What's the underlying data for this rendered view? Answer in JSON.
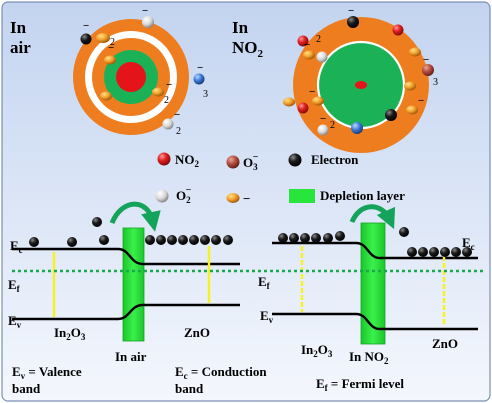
{
  "top": {
    "air": {
      "line1": "In",
      "line2": "air"
    },
    "no2": {
      "line1": "In",
      "line2": "NO",
      "line2_sub": "2"
    }
  },
  "species_labels": {
    "o2": {
      "base": "O",
      "sub": "2",
      "sup": "−"
    },
    "o3": {
      "base": "O",
      "sub": "3",
      "sup": "−"
    },
    "o_minus": "−",
    "electron_minus": "−",
    "charge_2": "2",
    "charge_3": "3"
  },
  "legend": {
    "no2": {
      "base": "NO",
      "sub": "2"
    },
    "o3": {
      "base": "O",
      "sub": "3",
      "sup": "−"
    },
    "electron": "Electron",
    "o2": {
      "base": "O",
      "sub": "2",
      "sup": "−"
    },
    "o_minus": "−",
    "depletion": "Depletion layer"
  },
  "band_left": {
    "ec": {
      "base": "E",
      "sub": "c"
    },
    "ef": {
      "base": "E",
      "sub": "f"
    },
    "ev": {
      "base": "E",
      "sub": "v"
    },
    "in2o3": {
      "a": "In",
      "b": "2",
      "c": "O",
      "d": "3"
    },
    "zno": "ZnO",
    "condition": "In air"
  },
  "band_right": {
    "ec": {
      "base": "E",
      "sub": "c"
    },
    "ef": {
      "base": "E",
      "sub": "f"
    },
    "ev": {
      "base": "E",
      "sub": "v"
    },
    "in2o3": {
      "a": "In",
      "b": "2",
      "c": "O",
      "d": "3"
    },
    "zno": "ZnO",
    "condition": {
      "base": "In NO",
      "sub": "2"
    }
  },
  "definitions": {
    "ev": {
      "base": "E",
      "sub": "v",
      "rest": " = Valence",
      "line2": "band"
    },
    "ec": {
      "base": "E",
      "sub": "c",
      "rest": " = Conduction",
      "line2": "band"
    },
    "ef": {
      "base": "E",
      "sub": "f",
      "rest": " = Fermi level"
    }
  },
  "colors": {
    "background_top": "#c3d4f0",
    "background_bottom": "#f4f7fd",
    "outer_ring": "#ee7d1f",
    "inner_ring": "#1bb257",
    "core_red": "#e5141a",
    "depletion_green": "#27e53a",
    "fermi_level": "#1aa84f",
    "gradient_yellow": "#f7f21a",
    "no2_red": "#d81e1e",
    "o3_brown": "#b24a3c",
    "o2_white": "#e4e4e4",
    "o_minus_orange": "#f3a12b",
    "o3_blue": "#3b78d6",
    "arrow_green": "#14a35a"
  }
}
